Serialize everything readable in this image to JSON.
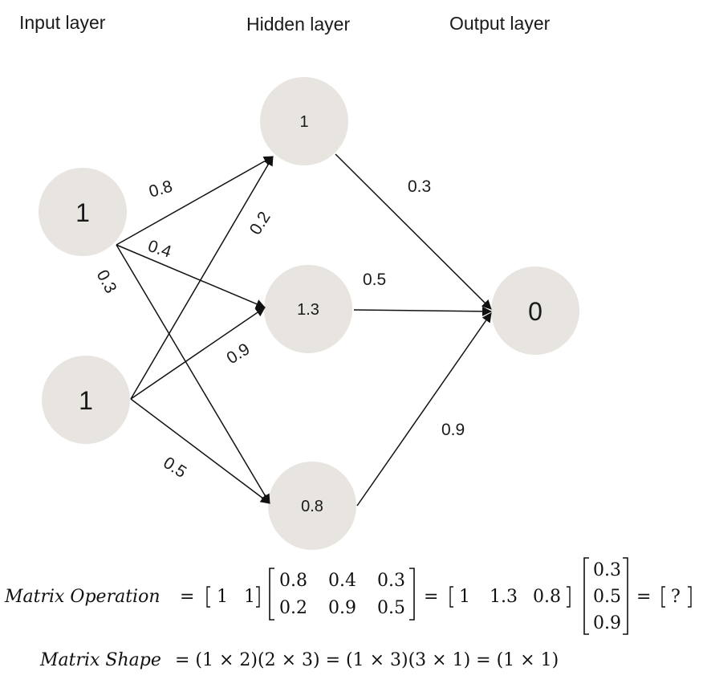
{
  "layers": {
    "input": "Input layer",
    "hidden": "Hidden layer",
    "output": "Output layer"
  },
  "nodes": {
    "input_1": "1",
    "input_2": "1",
    "hidden_1": "1",
    "hidden_2": "1.3",
    "hidden_3": "0.8",
    "output_1": "0"
  },
  "weights": {
    "i1_h1": "0.8",
    "i1_h2": "0.4",
    "i1_h3": "0.3",
    "i2_h1": "0.2",
    "i2_h2": "0.9",
    "i2_h3": "0.5",
    "h1_o1": "0.3",
    "h2_o1": "0.5",
    "h3_o1": "0.9"
  },
  "equation_1": {
    "label": "Matrix Operation",
    "eq": "=",
    "input_vector": [
      "1",
      "1"
    ],
    "weight_matrix": [
      [
        "0.8",
        "0.4",
        "0.3"
      ],
      [
        "0.2",
        "0.9",
        "0.5"
      ]
    ],
    "hidden_vector": [
      "1",
      "1.3",
      "0.8"
    ],
    "output_weights": [
      "0.3",
      "0.5",
      "0.9"
    ],
    "result": "?"
  },
  "equation_2": {
    "label": "Matrix Shape",
    "expression": "= (1 × 2)(2 × 3) = (1 × 3)(3 × 1) = (1 × 1)"
  },
  "colors": {
    "node_fill": "#e8e4e0",
    "edge": "#111111"
  }
}
